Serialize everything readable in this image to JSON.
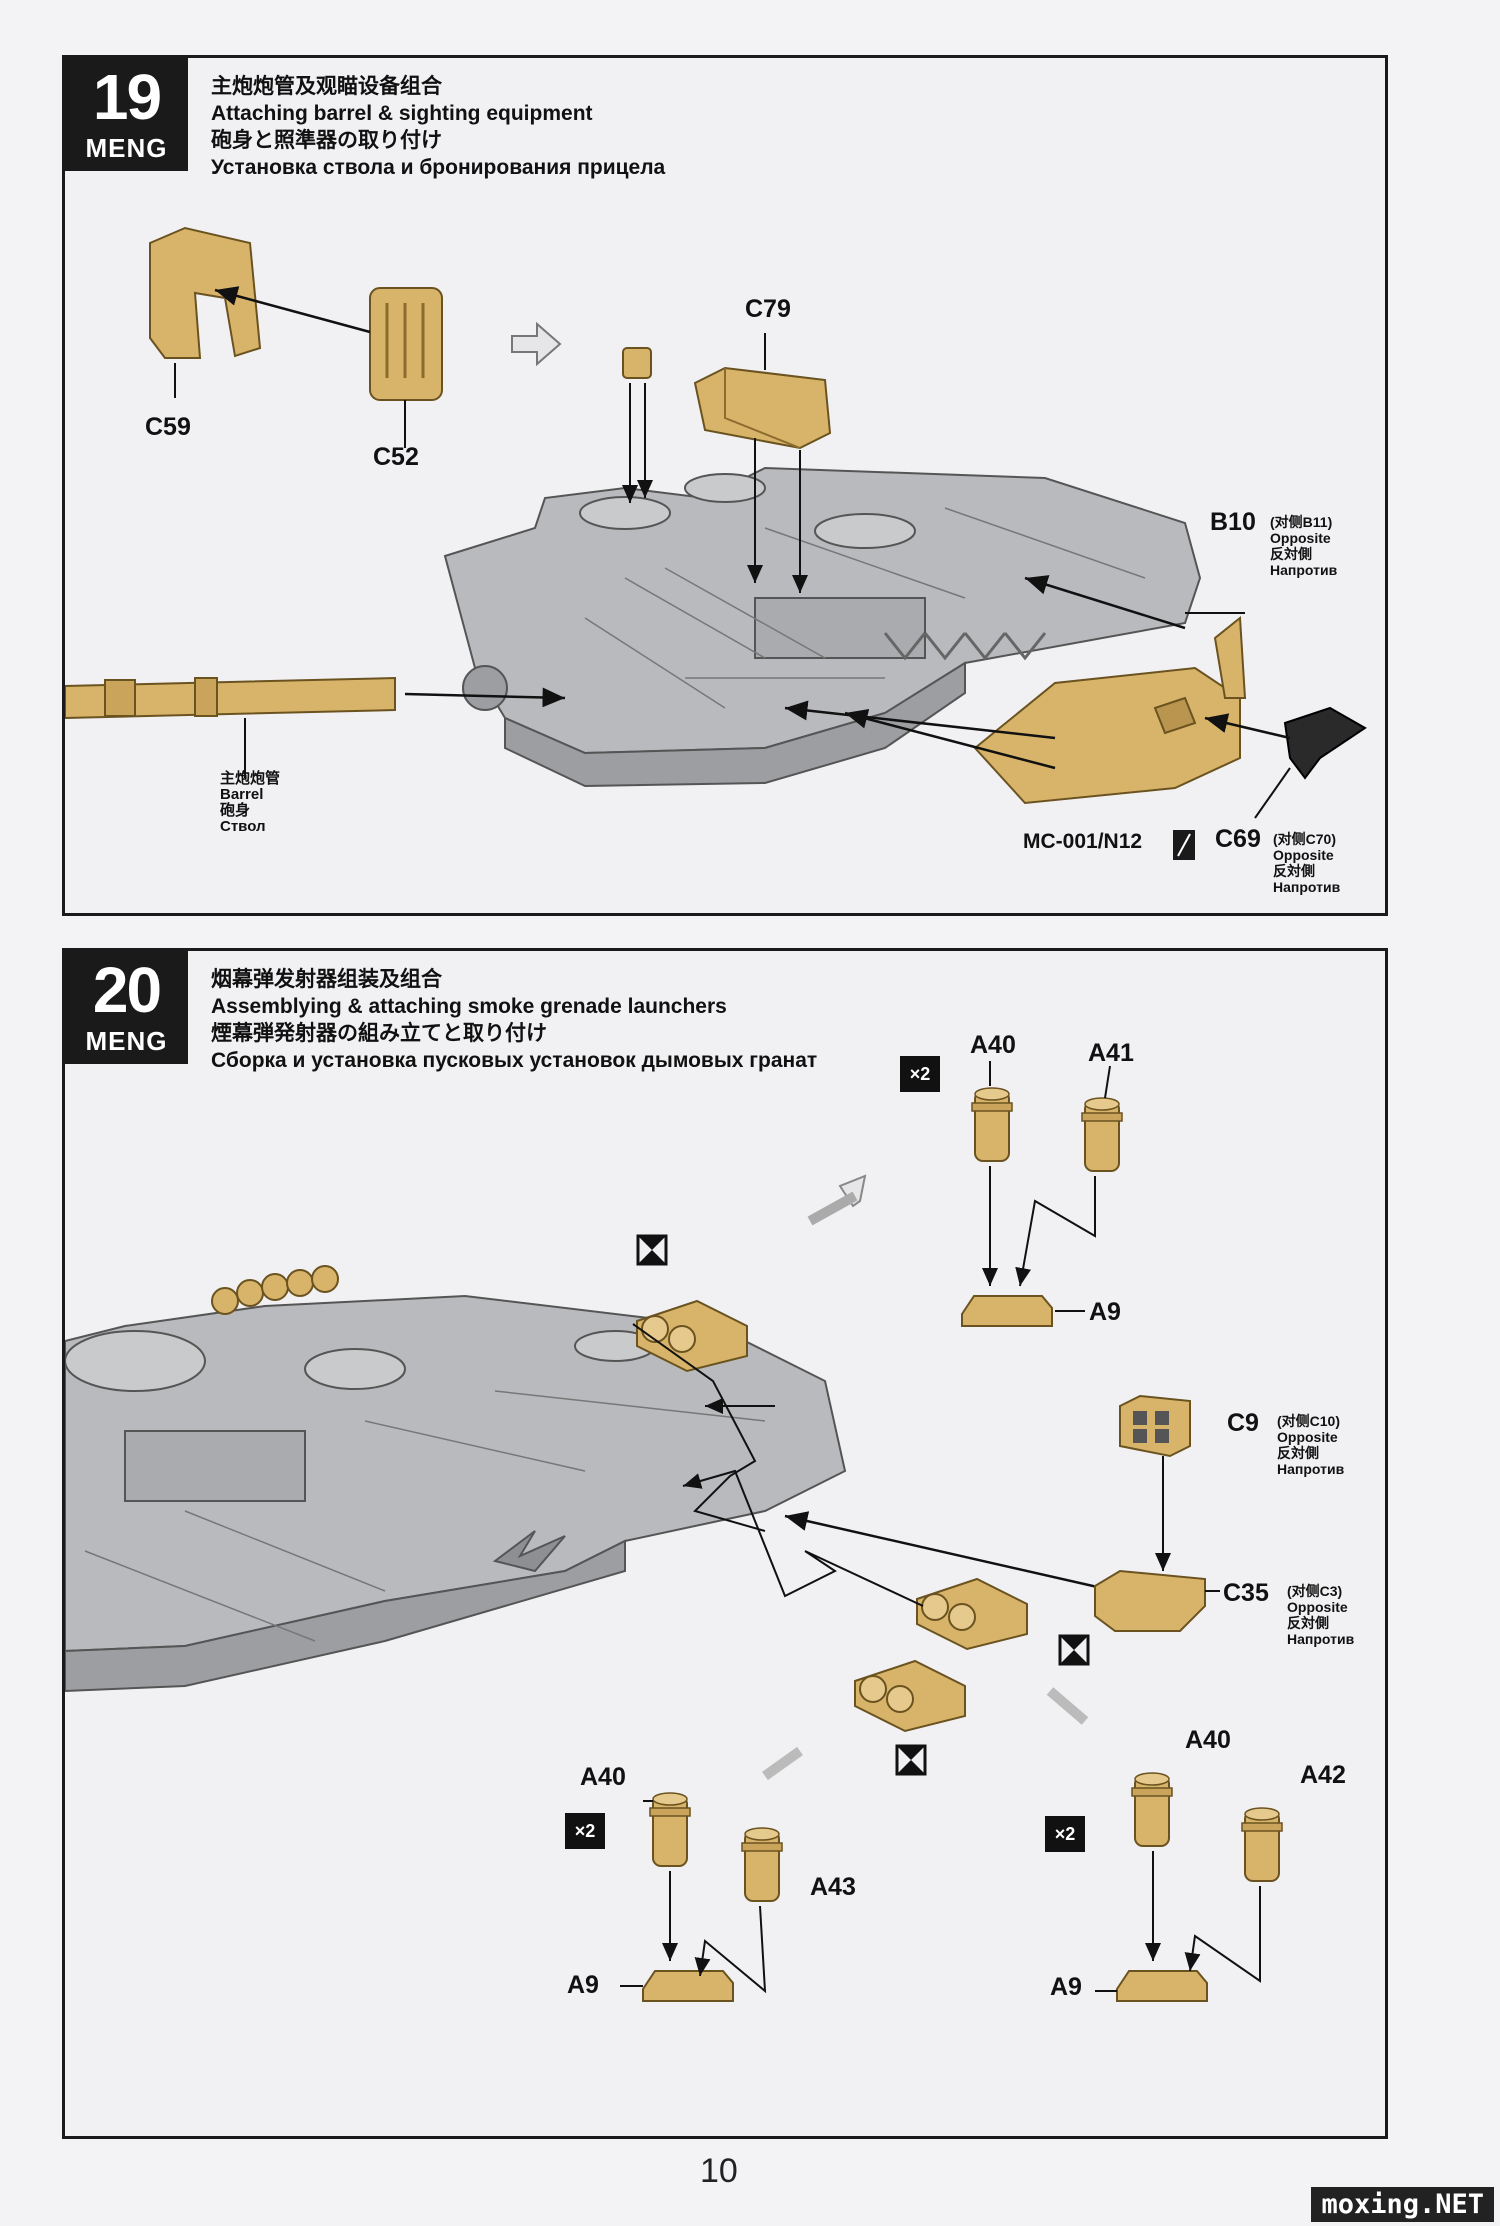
{
  "steps": [
    {
      "number": "19",
      "brand": "MENG",
      "title_cn": "主炮炮管及观瞄设备组合",
      "title_en": "Attaching barrel & sighting equipment",
      "title_jp": "砲身と照準器の取り付け",
      "title_ru": "Установка ствола и бронирования прицела",
      "labels": {
        "c59": "C59",
        "c52": "C52",
        "c79": "C79",
        "b10": "B10",
        "b10_opposite_cn": "(对侧B11)",
        "b10_opposite_en": "Opposite",
        "b10_opposite_jp": "反対側",
        "b10_opposite_ru": "Напротив",
        "barrel_cn": "主炮炮管",
        "barrel_en": "Barrel",
        "barrel_jp": "砲身",
        "barrel_ru": "Ствол",
        "paint": "MC-001/N12",
        "c69": "C69",
        "c69_opposite_cn": "(对侧C70)",
        "c69_opposite_en": "Opposite",
        "c69_opposite_jp": "反対側",
        "c69_opposite_ru": "Напротив"
      }
    },
    {
      "number": "20",
      "brand": "MENG",
      "title_cn": "烟幕弹发射器组装及组合",
      "title_en": "Assemblying & attaching smoke grenade launchers",
      "title_jp": "煙幕弾発射器の組み立てと取り付け",
      "title_ru": "Сборка и установка пусковых установок дымовых гранат",
      "labels": {
        "qty": "×2",
        "a40": "A40",
        "a41": "A41",
        "a42": "A42",
        "a43": "A43",
        "a9": "A9",
        "c9": "C9",
        "c9_opposite_cn": "(对侧C10)",
        "c9_opposite_en": "Opposite",
        "c9_opposite_jp": "反対側",
        "c9_opposite_ru": "Напротив",
        "c35": "C35",
        "c35_opposite_cn": "(对侧C3)",
        "c35_opposite_en": "Opposite",
        "c35_opposite_jp": "反対側",
        "c35_opposite_ru": "Напротив"
      }
    }
  ],
  "page_number": "10",
  "watermark": "moxing.NET",
  "colors": {
    "part_tan": "#d8b46a",
    "hull_grey": "#b9babd",
    "frame": "#1a1a1a"
  }
}
